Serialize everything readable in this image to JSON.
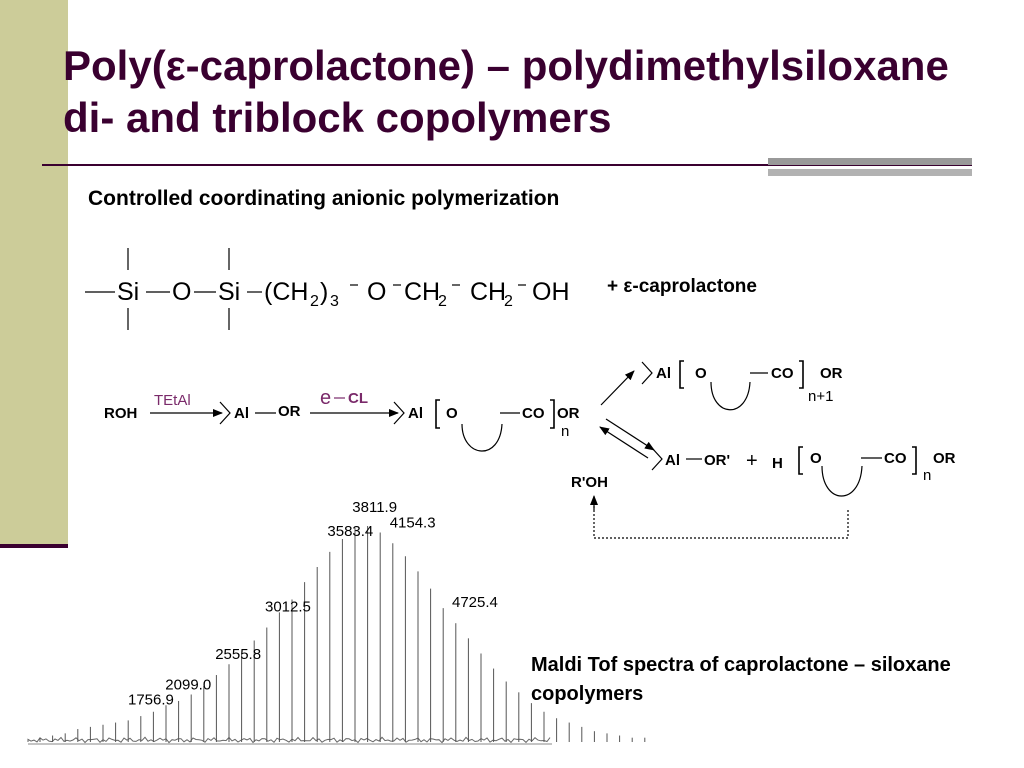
{
  "slide": {
    "title_line1": "Poly(ε-caprolactone) – polydimethylsiloxane",
    "title_line2": "di- and triblock copolymers",
    "subtitle": "Controlled coordinating anionic polymerization"
  },
  "siloxane": {
    "si1": "Si",
    "o1": "O",
    "si2": "Si",
    "ch2_open": "(CH",
    "sub_2a": "2",
    "ch2_close": ")",
    "sub_3": "3",
    "o2": "O",
    "ch2_b": "CH",
    "sub_2b": "2",
    "ch2_c": "CH",
    "sub_2c": "2",
    "oh": "OH",
    "plus_monomer": "+ ε-caprolactone"
  },
  "mechanism": {
    "roh": "ROH",
    "catalyst": "TEtAl",
    "monomer_e": "e",
    "monomer_cl": "CL",
    "al": "Al",
    "or": "OR",
    "o": "O",
    "co": "CO",
    "n": "n",
    "n_plus_1": "n+1",
    "or_prime": "OR'",
    "plus": "+",
    "h": "H",
    "r_prime_oh": "R'OH"
  },
  "maldi": {
    "caption": "Maldi Tof spectra of caprolactone – siloxane copolymers",
    "peak_labels": [
      {
        "text": "1756.9",
        "mz": 1756.9
      },
      {
        "text": "2099.0",
        "mz": 2099.0
      },
      {
        "text": "2555.8",
        "mz": 2555.8
      },
      {
        "text": "3012.5",
        "mz": 3012.5
      },
      {
        "text": "3583.4",
        "mz": 3583.4
      },
      {
        "text": "3811.9",
        "mz": 3811.9
      },
      {
        "text": "4154.3",
        "mz": 4154.3
      },
      {
        "text": "4725.4",
        "mz": 4725.4
      }
    ],
    "peak_heights": [
      0.02,
      0.03,
      0.04,
      0.06,
      0.07,
      0.08,
      0.09,
      0.1,
      0.12,
      0.14,
      0.17,
      0.19,
      0.22,
      0.26,
      0.31,
      0.36,
      0.41,
      0.47,
      0.53,
      0.6,
      0.66,
      0.74,
      0.81,
      0.88,
      0.94,
      0.99,
      1.0,
      0.97,
      0.92,
      0.86,
      0.79,
      0.71,
      0.62,
      0.55,
      0.48,
      0.41,
      0.34,
      0.28,
      0.23,
      0.18,
      0.14,
      0.11,
      0.09,
      0.07,
      0.05,
      0.04,
      0.03,
      0.02,
      0.02
    ]
  }
}
